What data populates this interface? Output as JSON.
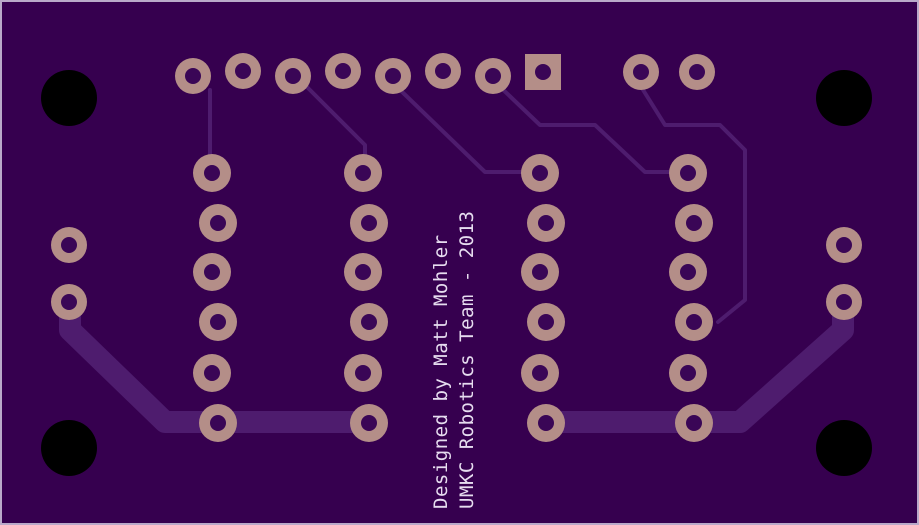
{
  "board": {
    "colors": {
      "background": "#000000",
      "board_fill": "#36004f",
      "board_edge": "#b9a9c9",
      "trace": "#4e1c6e",
      "pad_ring": "#b48e88",
      "drill": "#3a0656",
      "mount_hole": "#000000",
      "silkscreen": "#e6dcef"
    },
    "silkscreen": {
      "line1": "Designed by Matt Mohler",
      "line2": "UMKC Robotics Team - 2013"
    },
    "parts": {
      "header_pin_count": 10,
      "terminal_pin_count": 2,
      "mounting_hole_count": 4,
      "socket_rows_per_column": 6,
      "socket_columns": 4,
      "side_connector_pin_count": 2
    }
  }
}
